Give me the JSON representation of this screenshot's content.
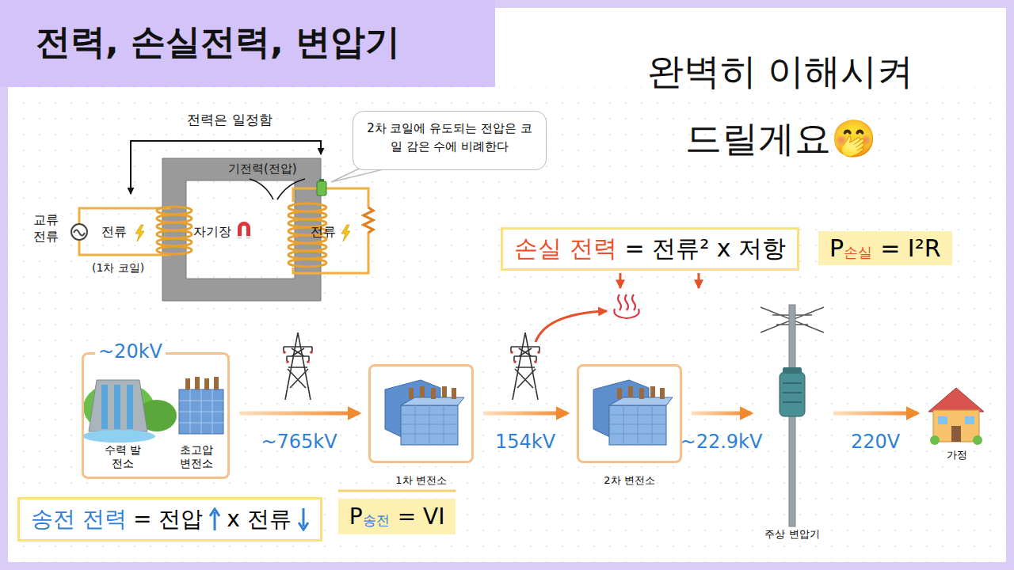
{
  "diagram": {
    "title": "전력, 손실전력, 변압기",
    "nodes": [
      {
        "text": [
          "2차 코일에 유도되는 전압은 코일 감은 수에 비례한다"
        ]
      },
      {
        "text": [
          "손실 전력",
          "= 전류² x 저항"
        ]
      },
      {
        "text": [
          "P",
          "손실",
          "= I²R"
        ]
      },
      {
        "text": [
          "~20kV",
          "수력 발전소",
          "초고압 변전소"
        ]
      },
      {
        "text": [
          "1차 변전소"
        ]
      },
      {
        "text": [
          "2차 변전소"
        ]
      },
      {
        "text": [
          "주상 변압기"
        ]
      },
      {
        "text": [
          "가정"
        ]
      },
      {
        "text": [
          "송전 전력",
          "= 전압",
          "x 전류"
        ]
      },
      {
        "text": [
          "P",
          "송전",
          "= VI"
        ]
      }
    ],
    "edges": [
      {
        "from": 3,
        "to": 4,
        "label": "~765kV",
        "arrow": "to"
      },
      {
        "from": 4,
        "to": 5,
        "label": "154kV",
        "arrow": "to"
      },
      {
        "from": 5,
        "to": 6,
        "label": "~22.9kV",
        "arrow": "to"
      },
      {
        "from": 6,
        "to": 7,
        "label": "220V",
        "arrow": "to"
      }
    ],
    "labels": [
      "완벽히 이해시켜 드릴게요🤭",
      "전력은 일정함",
      "기전력(전압)",
      "교류 전류",
      "전류",
      "자기장",
      "전류",
      "(1차 코일)"
    ]
  }
}
